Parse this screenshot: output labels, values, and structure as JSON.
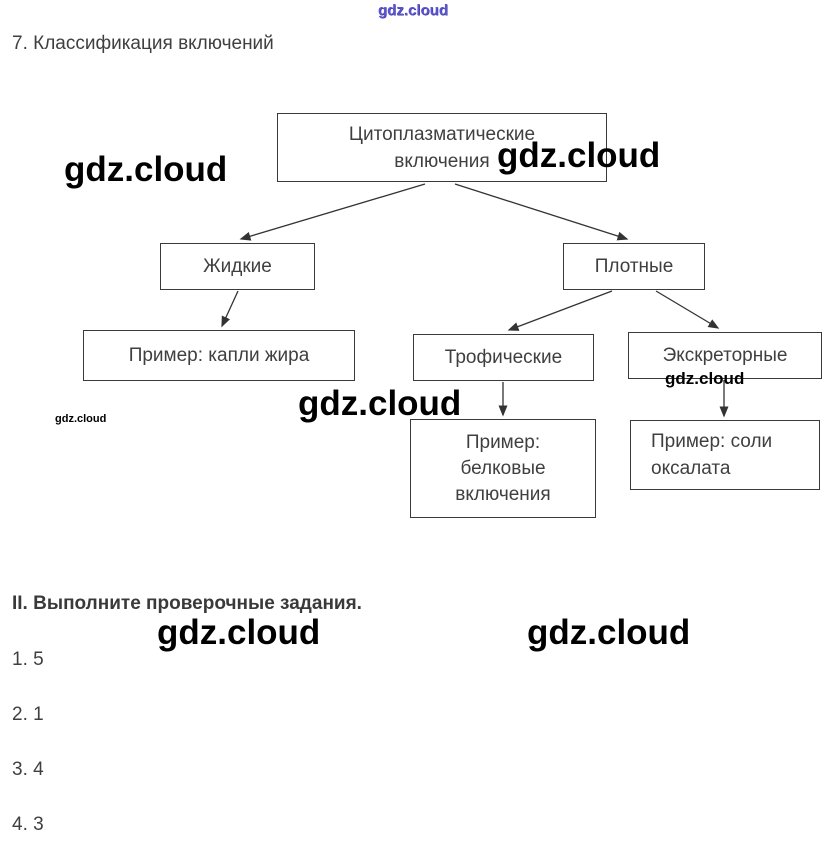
{
  "watermark": "gdz.cloud",
  "heading": "7. Классификация включений",
  "diagram": {
    "nodes": {
      "root": "Цитоплазматические включения",
      "liquid": "Жидкие",
      "dense": "Плотные",
      "liquid_example": "Пример: капли жира",
      "trophic": "Трофические",
      "excretory": "Экскреторные",
      "trophic_example": "Пример: белковые включения",
      "excretory_example": "Пример: соли оксалата"
    }
  },
  "section2": {
    "heading": "II. Выполните проверочные задания.",
    "answers": [
      "1. 5",
      "2. 1",
      "3. 4",
      "4. 3"
    ]
  }
}
